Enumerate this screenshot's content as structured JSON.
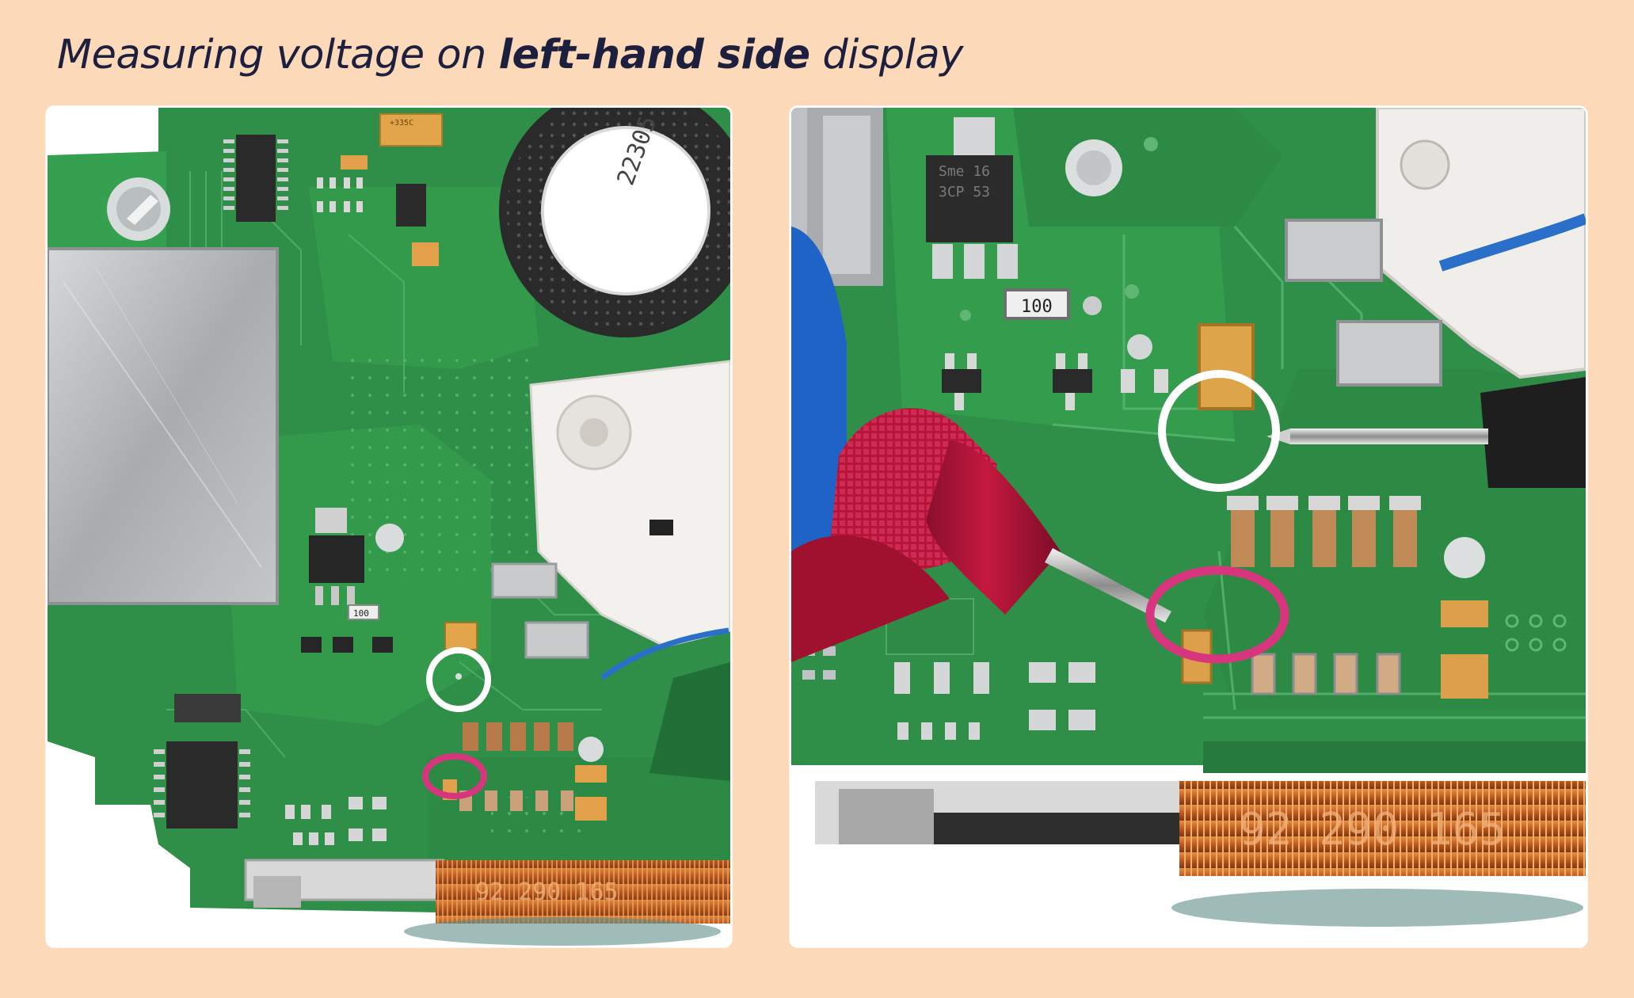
{
  "title": {
    "prefix": "Measuring voltage on ",
    "emphasis": "left-hand side",
    "suffix": " display"
  },
  "colors": {
    "background": "#fcd9b8",
    "title_text": "#1d1f3e",
    "pcb_green": "#2f8f48",
    "white_marker": "#ffffff",
    "pink_marker": "#d8357f",
    "probe_red": "#b5143b",
    "coil_copper": "#c66a2b"
  },
  "left_photo": {
    "chip_marking_1": "+335C",
    "speaker_marking": "22305",
    "resistor_marking": "100",
    "coil_marking": "92 290 165"
  },
  "right_photo": {
    "regulator_marking_line1": "Sme 16",
    "regulator_marking_line2": "3CP 53",
    "resistor_marking": "100",
    "coil_marking": "92 290 165"
  }
}
